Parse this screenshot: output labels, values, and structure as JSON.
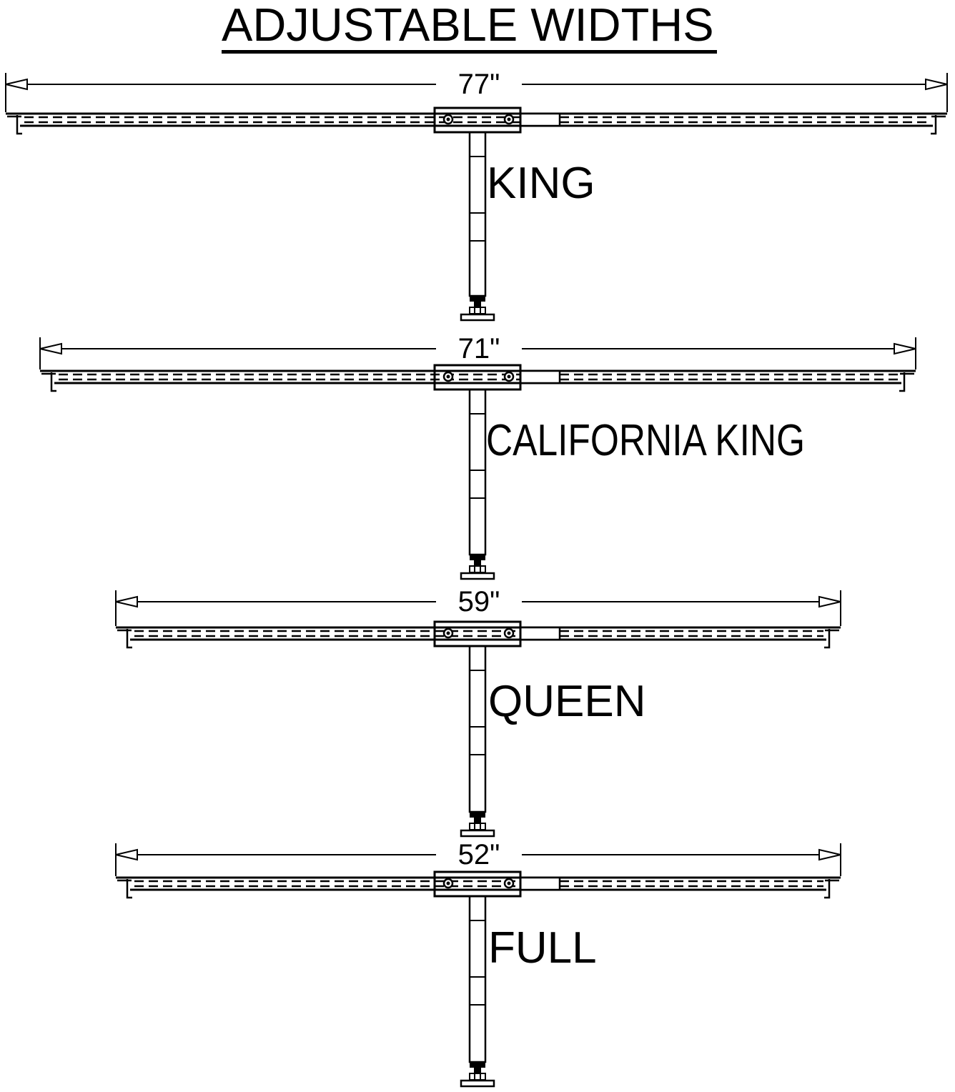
{
  "title": "ADJUSTABLE WIDTHS",
  "colors": {
    "line": "#000000",
    "background": "#ffffff"
  },
  "diagram": {
    "rows": [
      {
        "size": "KING",
        "width_label": "77\"",
        "width_inches": 77
      },
      {
        "size": "CALIFORNIA KING",
        "width_label": "71\"",
        "width_inches": 71
      },
      {
        "size": "QUEEN",
        "width_label": "59\"",
        "width_inches": 59
      },
      {
        "size": "FULL",
        "width_label": "52\"",
        "width_inches": 52
      }
    ]
  }
}
